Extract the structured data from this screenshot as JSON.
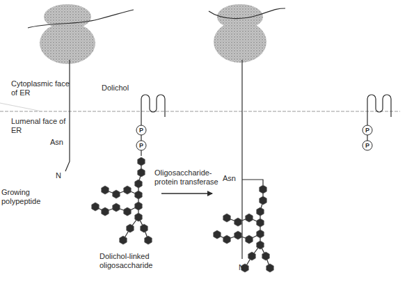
{
  "diagram": {
    "labels": [
      "Cytoplasmic face of ER",
      "Lumenal face of ER",
      "Dolichol",
      "P",
      "P",
      "Asn",
      "N",
      "Growing polypeptide",
      "Oligosaccharide-protein transferase",
      "Dolichol-linked oligosaccharide",
      "Asn",
      "N",
      "P",
      "P"
    ]
  }
}
